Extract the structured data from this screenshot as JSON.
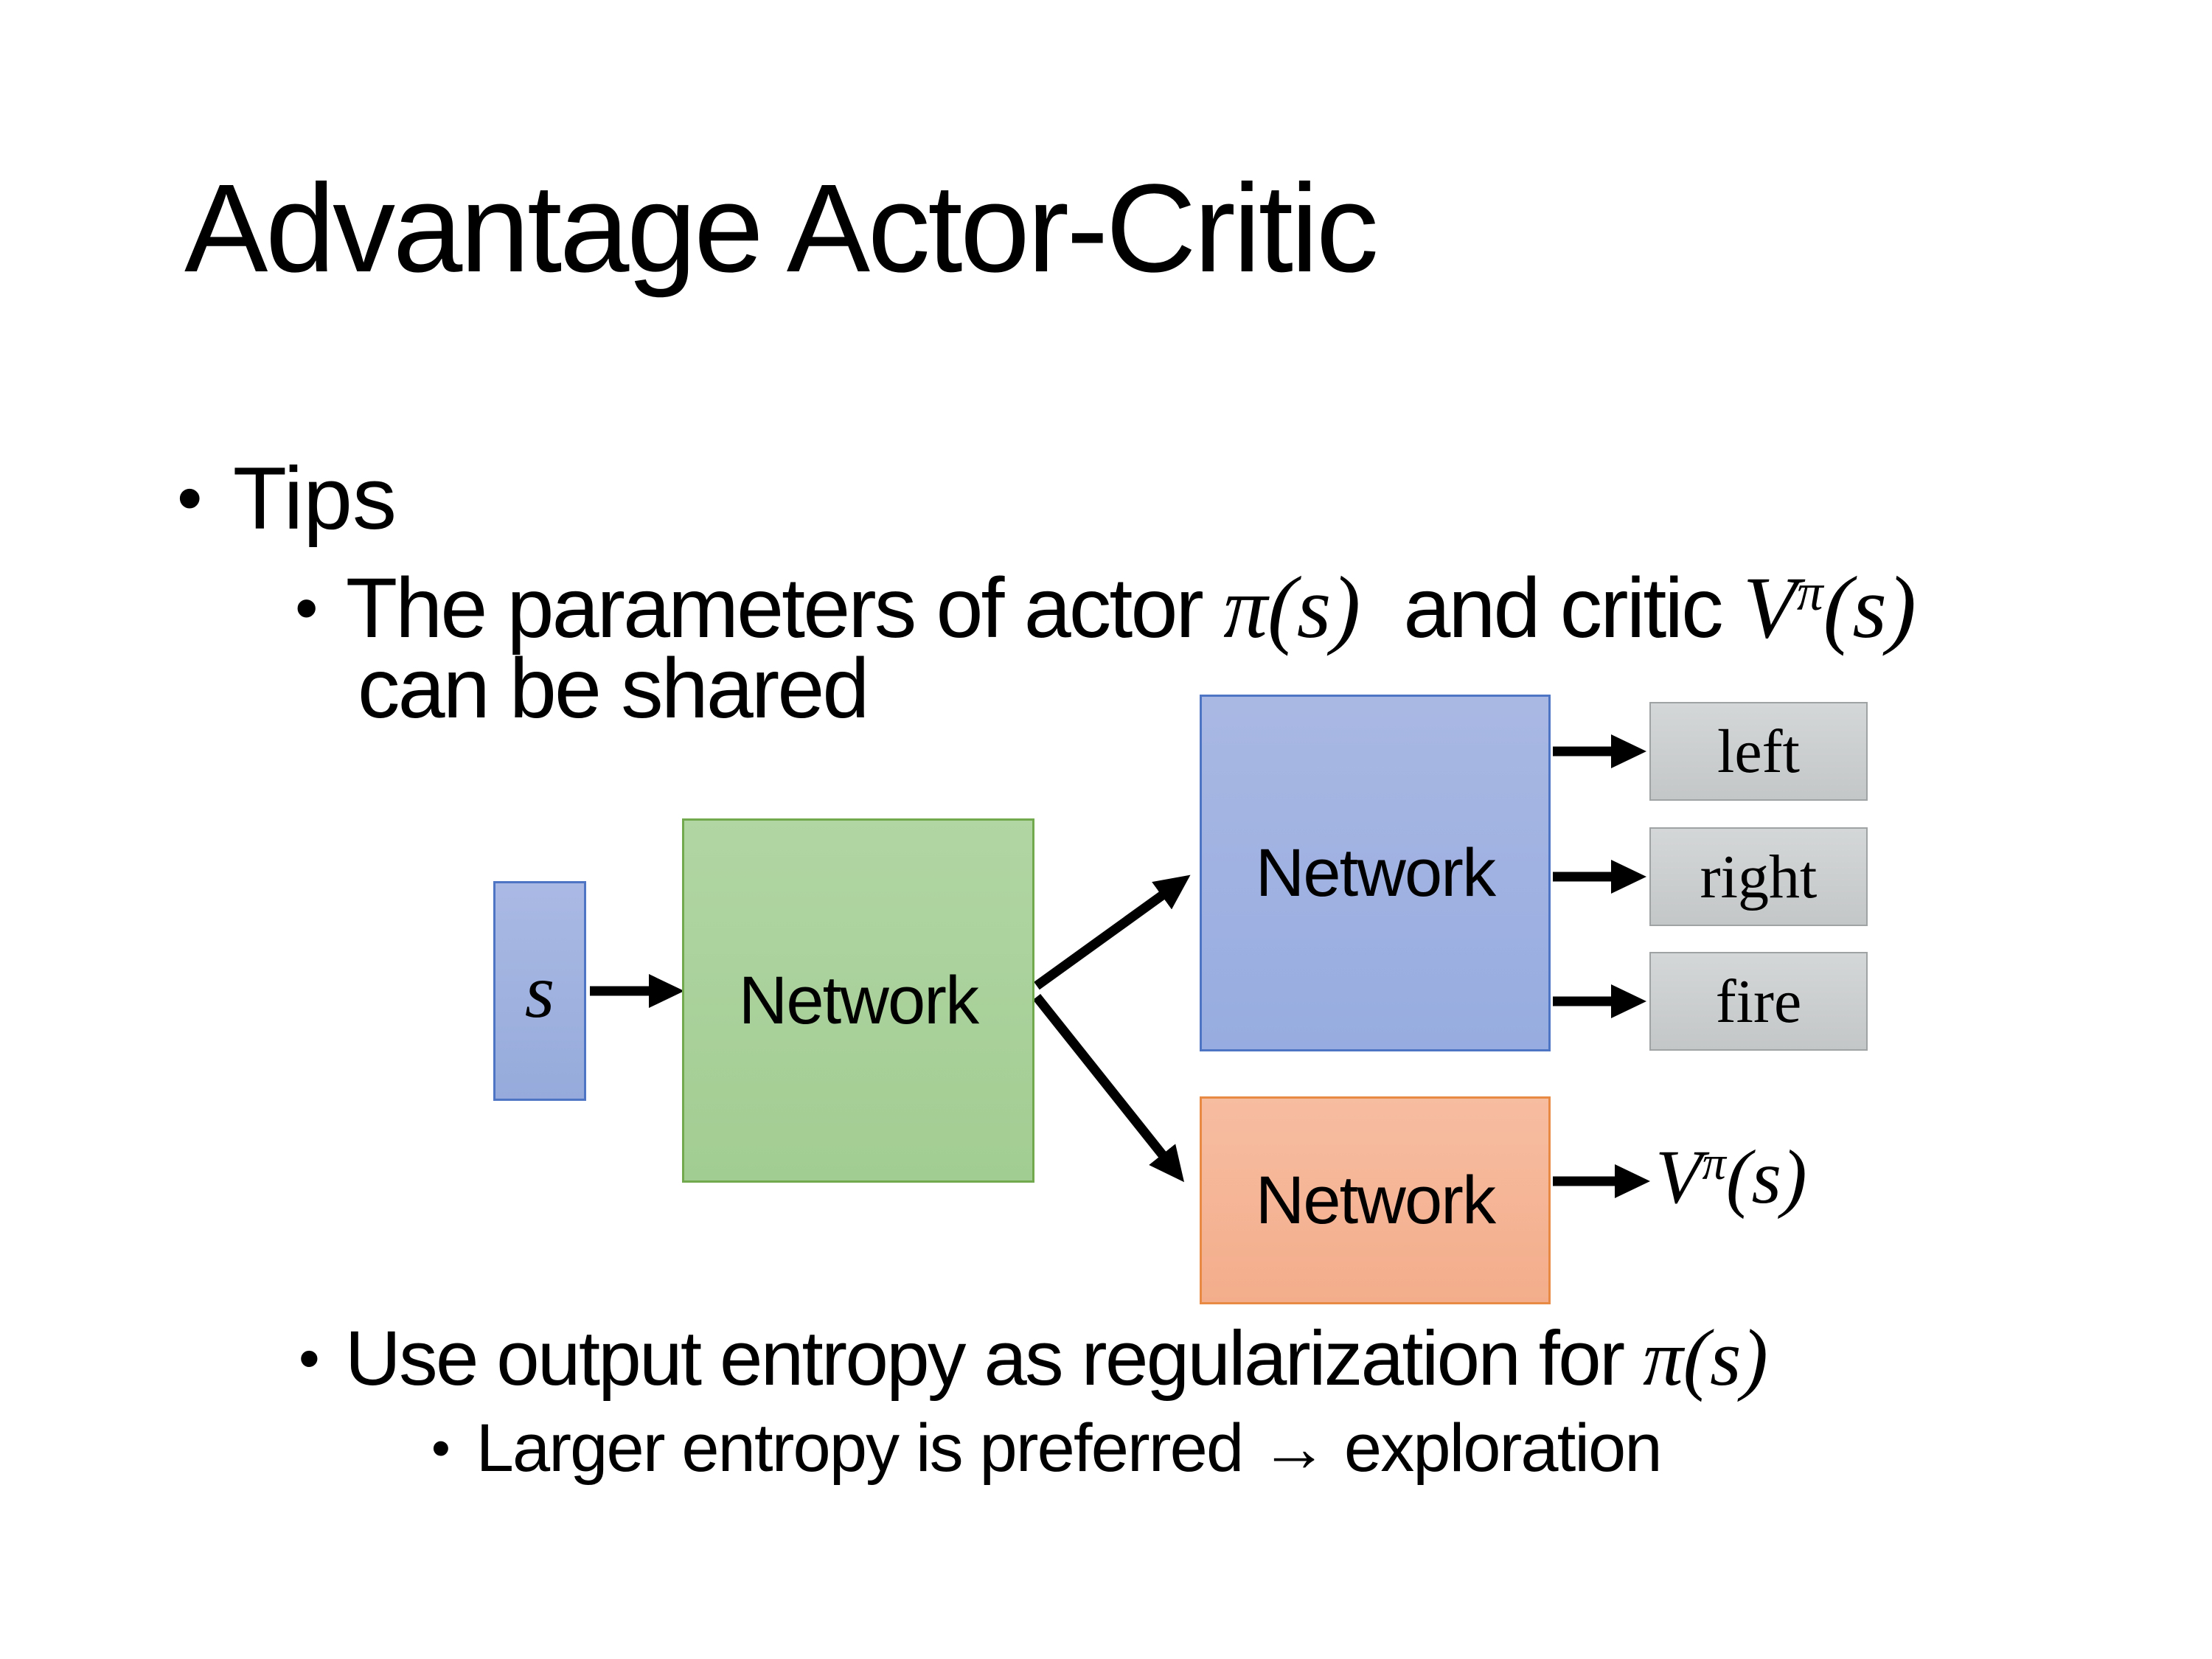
{
  "slide": {
    "title": "Advantage Actor-Critic",
    "bullet_char": "•",
    "tips": "Tips",
    "params": {
      "prefix": "The parameters of actor ",
      "actor_math": "π(s)",
      "middle": "  and critic ",
      "value_base": "V",
      "value_sup": "π",
      "value_args": "(s)",
      "line2": "can be shared"
    },
    "entropy": {
      "prefix": "Use output entropy as regularization for ",
      "math": "π(s)"
    },
    "exploration": "Larger entropy is preferred → exploration"
  },
  "diagram": {
    "state_label": "s",
    "shared_network_label": "Network",
    "actor_network_label": "Network",
    "critic_network_label": "Network",
    "actions": [
      "left",
      "right",
      "fire"
    ],
    "value_output": {
      "base": "V",
      "sup": "π",
      "args": "(s)"
    },
    "colors": {
      "state_fill": "#a0b4e0",
      "state_border": "#4e74c4",
      "shared_fill": "#aad29c",
      "shared_border": "#72a84e",
      "actor_fill": "#a0b4e0",
      "actor_border": "#4e74c4",
      "critic_fill": "#f5b597",
      "critic_border": "#e98a44",
      "action_fill": "#cdd0d1",
      "action_border": "#a0a3a4",
      "arrow": "#000000",
      "text": "#000000",
      "background": "#ffffff"
    }
  }
}
